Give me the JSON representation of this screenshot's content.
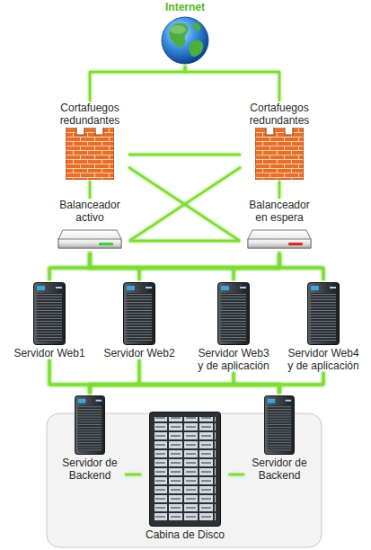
{
  "diagram": {
    "nodes": [
      {
        "text": [
          "Internet"
        ]
      },
      {
        "text": [
          "Cortafuegos redundantes"
        ]
      },
      {
        "text": [
          "Cortafuegos redundantes"
        ]
      },
      {
        "text": [
          "Balanceador activo"
        ]
      },
      {
        "text": [
          "Balanceador en espera"
        ]
      },
      {
        "text": [
          "Servidor Web1"
        ]
      },
      {
        "text": [
          "Servidor Web2"
        ]
      },
      {
        "text": [
          "Servidor Web3 y de aplicación"
        ]
      },
      {
        "text": [
          "Servidor Web4 y de aplicación"
        ]
      },
      {
        "text": [
          "Servidor de Backend"
        ]
      },
      {
        "text": [
          "Cabina de Disco"
        ]
      },
      {
        "text": [
          "Servidor de Backend"
        ]
      }
    ],
    "edges": [
      {
        "from": 0,
        "to": 1,
        "arrow": "none"
      },
      {
        "from": 0,
        "to": 2,
        "arrow": "none"
      },
      {
        "from": 1,
        "to": 2,
        "arrow": "none"
      },
      {
        "from": 1,
        "to": 3,
        "arrow": "none"
      },
      {
        "from": 2,
        "to": 4,
        "arrow": "none"
      },
      {
        "from": 1,
        "to": 4,
        "arrow": "none"
      },
      {
        "from": 2,
        "to": 3,
        "arrow": "none"
      },
      {
        "from": 3,
        "to": 4,
        "arrow": "none"
      },
      {
        "from": 3,
        "to": 5,
        "arrow": "none"
      },
      {
        "from": 3,
        "to": 6,
        "arrow": "none"
      },
      {
        "from": 3,
        "to": 7,
        "arrow": "none"
      },
      {
        "from": 3,
        "to": 8,
        "arrow": "none"
      },
      {
        "from": 4,
        "to": 5,
        "arrow": "none"
      },
      {
        "from": 4,
        "to": 6,
        "arrow": "none"
      },
      {
        "from": 4,
        "to": 7,
        "arrow": "none"
      },
      {
        "from": 4,
        "to": 8,
        "arrow": "none"
      },
      {
        "from": 5,
        "to": 9,
        "arrow": "none"
      },
      {
        "from": 6,
        "to": 9,
        "arrow": "none"
      },
      {
        "from": 7,
        "to": 9,
        "arrow": "none"
      },
      {
        "from": 8,
        "to": 9,
        "arrow": "none"
      },
      {
        "from": 5,
        "to": 11,
        "arrow": "none"
      },
      {
        "from": 6,
        "to": 11,
        "arrow": "none"
      },
      {
        "from": 7,
        "to": 11,
        "arrow": "none"
      },
      {
        "from": 8,
        "to": 11,
        "arrow": "none"
      },
      {
        "from": 9,
        "to": 10,
        "arrow": "none"
      },
      {
        "from": 11,
        "to": 10,
        "arrow": "none"
      }
    ]
  }
}
